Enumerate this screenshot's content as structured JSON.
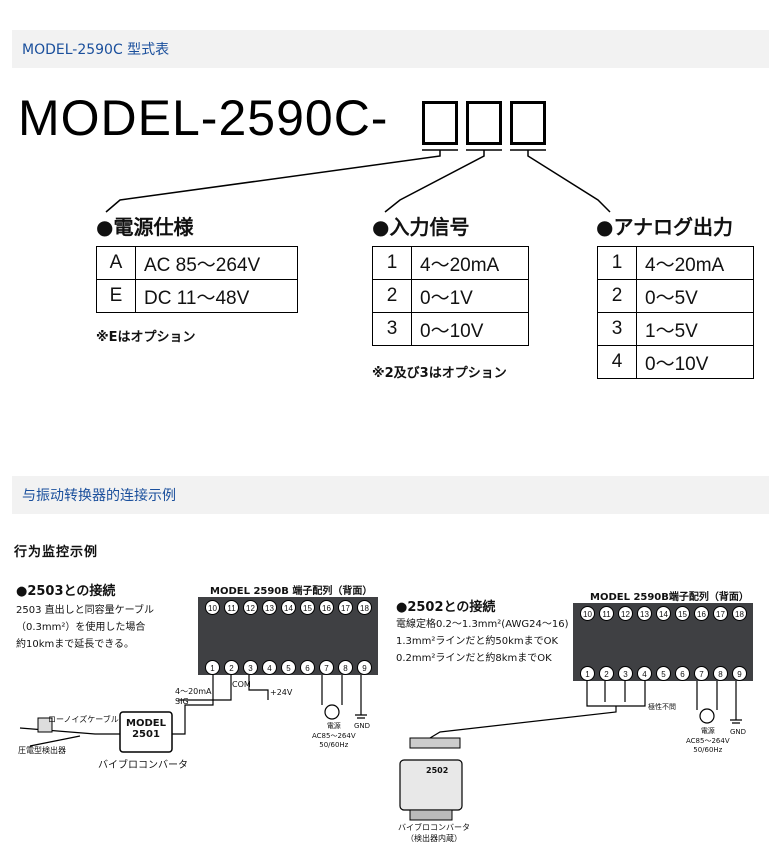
{
  "headers": {
    "model_table": "MODEL-2590C 型式表",
    "connection": "与振动转换器的连接示例"
  },
  "model_code": "MODEL-2590C-",
  "groups": {
    "power": {
      "title": "●電源仕様",
      "rows": [
        {
          "code": "A",
          "value": "AC 85～264V"
        },
        {
          "code": "E",
          "value": "DC 11～48V"
        }
      ],
      "note": "※Eはオプション"
    },
    "input": {
      "title": "●入力信号",
      "rows": [
        {
          "code": "1",
          "value": "4～20mA"
        },
        {
          "code": "2",
          "value": "0～1V"
        },
        {
          "code": "3",
          "value": "0～10V"
        }
      ],
      "note": "※2及び3はオプション"
    },
    "output": {
      "title": "●アナログ出力",
      "rows": [
        {
          "code": "1",
          "value": "4～20mA"
        },
        {
          "code": "2",
          "value": "0～5V"
        },
        {
          "code": "3",
          "value": "1～5V"
        },
        {
          "code": "4",
          "value": "0～10V"
        }
      ]
    }
  },
  "example_title": "行为监控示例",
  "diagram_left": {
    "title": "●2503との接続",
    "desc": [
      "2503 直出しと同容量ケーブル",
      "（0.3mm²）を使用した場合",
      "約10kmまで延長できる。"
    ],
    "terminal_title": "MODEL 2590B 端子配列（背面）",
    "top_terms": [
      "10",
      "11",
      "12",
      "13",
      "14",
      "15",
      "16",
      "17",
      "18"
    ],
    "bottom_terms": [
      "1",
      "2",
      "3",
      "4",
      "5",
      "6",
      "7",
      "8",
      "9"
    ],
    "sig_label": "4～20mA\nSIG",
    "com_label": "COM",
    "v24_label": "+24V",
    "power_label": "電源\nAC85～264V\n50/60Hz",
    "gnd_label": "GND",
    "cable_label": "ローノイズケーブル",
    "sensor_label": "圧電型検出器",
    "converter_box": "MODEL\n2501",
    "converter_label": "バイブロコンバータ"
  },
  "diagram_right": {
    "title": "●2502との接続",
    "desc": [
      "電線定格0.2～1.3mm²(AWG24～16)",
      "1.3mm²ラインだと約50kmまでOK",
      "0.2mm²ラインだと約8kmまでOK"
    ],
    "terminal_title": "MODEL 2590B端子配列（背面）",
    "top_terms": [
      "10",
      "11",
      "12",
      "13",
      "14",
      "15",
      "16",
      "17",
      "18"
    ],
    "bottom_terms": [
      "1",
      "2",
      "3",
      "4",
      "5",
      "6",
      "7",
      "8",
      "9"
    ],
    "polarity_label": "極性不問",
    "power_label": "電源\nAC85～264V\n50/60Hz",
    "gnd_label": "GND",
    "device_label": "2502",
    "converter_label": "バイブロコンバータ\n（検出器内蔵）"
  },
  "colors": {
    "header_text": "#1a4f9c",
    "header_bg": "#f2f2f2",
    "terminal_strip": "#3f4043"
  }
}
